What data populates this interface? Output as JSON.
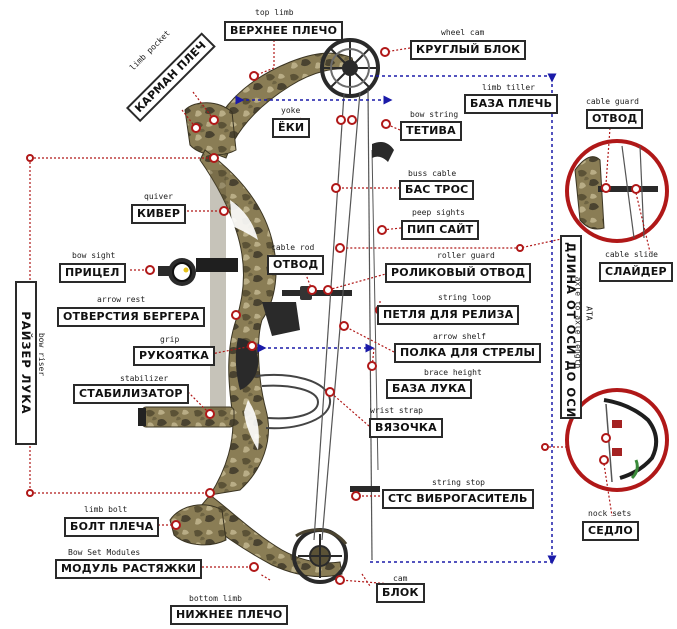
{
  "labels": {
    "top_limb": {
      "en": "top limb",
      "ru": "ВЕРХНЕЕ ПЛЕЧО"
    },
    "wheel_cam": {
      "en": "wheel cam",
      "ru": "КРУГЛЫЙ БЛОК"
    },
    "limb_tiller": {
      "en": "limb tiller",
      "ru": "БАЗА ПЛЕЧЬ"
    },
    "limb_pocket": {
      "en": "limb pocket",
      "ru": "КАРМАН ПЛЕЧ"
    },
    "yoke": {
      "en": "yoke",
      "ru": "ЁКИ"
    },
    "bow_string": {
      "en": "bow string",
      "ru": "ТЕТИВА"
    },
    "cable_guard": {
      "en": "cable guard",
      "ru": "ОТВОД"
    },
    "buss_cable": {
      "en": "buss cable",
      "ru": "БАС ТРОС"
    },
    "quiver": {
      "en": "quiver",
      "ru": "КИВЕР"
    },
    "peep_sights": {
      "en": "peep sights",
      "ru": "ПИП САЙТ"
    },
    "cable_rod": {
      "en": "cable rod",
      "ru": "ОТВОД"
    },
    "cable_slide": {
      "en": "cable slide",
      "ru": "СЛАЙДЕР"
    },
    "bow_sight": {
      "en": "bow sight",
      "ru": "ПРИЦЕЛ"
    },
    "roller_guard": {
      "en": "roller guard",
      "ru": "РОЛИКОВЫЙ ОТВОД"
    },
    "arrow_rest": {
      "en": "arrow rest",
      "ru": "ОТВЕРСТИЯ БЕРГЕРА"
    },
    "string_loop": {
      "en": "string loop",
      "ru": "ПЕТЛЯ ДЛЯ РЕЛИЗА"
    },
    "arrow_shelf": {
      "en": "arrow shelf",
      "ru": "ПОЛКА ДЛЯ СТРЕЛЫ"
    },
    "grip": {
      "en": "grip",
      "ru": "РУКОЯТКА"
    },
    "brace_height": {
      "en": "brace height",
      "ru": "БАЗА ЛУКА"
    },
    "stabilizer": {
      "en": "stabilizer",
      "ru": "СТАБИЛИЗАТОР"
    },
    "wrist_strap": {
      "en": "wrist strap",
      "ru": "ВЯЗОЧКА"
    },
    "string_stop": {
      "en": "string stop",
      "ru": "СТС ВИБРОГАСИТЕЛЬ"
    },
    "limb_bolt": {
      "en": "limb bolt",
      "ru": "БОЛТ ПЛЕЧА"
    },
    "nock_sets": {
      "en": "nock sets",
      "ru": "СЕДЛО"
    },
    "bow_set_modules": {
      "en": "Bow Set Modules",
      "ru": "МОДУЛЬ РАСТЯЖКИ"
    },
    "cam": {
      "en": "cam",
      "ru": "БЛОК"
    },
    "bottom_limb": {
      "en": "bottom limb",
      "ru": "НИЖНЕЕ ПЛЕЧО"
    },
    "bow_riser": {
      "en": "bow riser",
      "ru": "РАЙЗЕР ЛУКА"
    },
    "ata": {
      "en": "ATA",
      "en2": "axle to axle length",
      "ru": "ДЛИНА ОТ ОСИ ДО ОСИ"
    }
  },
  "colors": {
    "leader": "#b01818",
    "dimension": "#1a1aa8",
    "inset_ring": "#b01818",
    "box_border": "#2a2a2a",
    "camo_dark": "#5b5236",
    "camo_mid": "#8a7d55",
    "camo_light": "#b9ad86"
  }
}
